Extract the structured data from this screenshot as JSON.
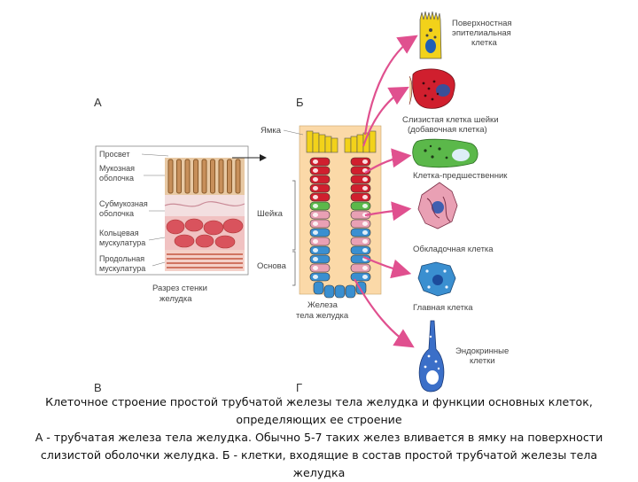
{
  "panels": {
    "a": "А",
    "b": "Б",
    "v": "В",
    "g": "Г"
  },
  "section_labels": {
    "lumen": "Просвет",
    "mucosa": [
      "Мукозная",
      "оболочка"
    ],
    "submucosa": [
      "Субмукозная",
      "оболочка"
    ],
    "circular": [
      "Кольцевая",
      "мускулатура"
    ],
    "longitudinal": [
      "Продольная",
      "мускулатура"
    ],
    "caption": [
      "Разрез стенки",
      "желудка"
    ]
  },
  "gland_labels": {
    "pit": "Ямка",
    "neck": "Шейка",
    "base": "Основа",
    "caption": [
      "Железа",
      "тела желудка"
    ]
  },
  "cells": [
    {
      "lines": [
        "Поверхностная",
        "эпителиальная",
        "клетка"
      ],
      "color": "#f2d21a"
    },
    {
      "lines": [
        "Слизистая клетка шейки",
        "(добавочная клетка)"
      ],
      "color": "#d01f2e"
    },
    {
      "lines": [
        "Клетка-предшественник"
      ],
      "color": "#5bb84a"
    },
    {
      "lines": [
        "Обкладочная клетка"
      ],
      "color": "#e9a0b4"
    },
    {
      "lines": [
        "Главная клетка"
      ],
      "color": "#3a8fd0"
    },
    {
      "lines": [
        "Эндокринные",
        "клетки"
      ],
      "color": "#3b6fc8"
    }
  ],
  "colors": {
    "arrow": "#e0508f",
    "gland_bg": "#fbd9a8",
    "outline": "#333333"
  },
  "caption": [
    "Клеточное строение простой трубчатой железы тела желудка и функции основных клеток,",
    "определяющих ее строение",
    "А - трубчатая железа тела желудка. Обычно 5-7 таких желез вливается в ямку на поверхности",
    "слизистой оболочки желудка. Б - клетки, входящие в состав простой трубчатой железы тела",
    "желудка"
  ]
}
